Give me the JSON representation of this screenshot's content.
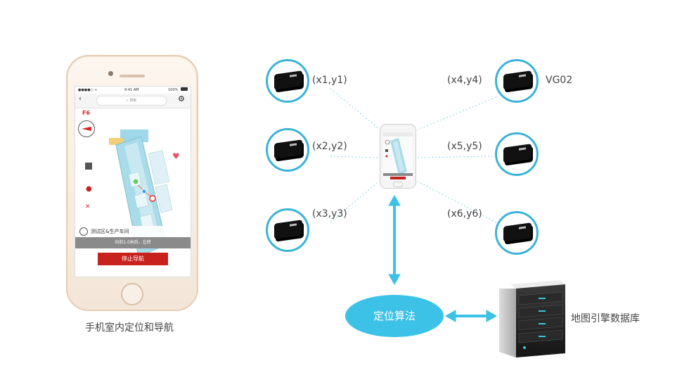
{
  "phone": {
    "status_time": "9:41 AM",
    "status_battery": "100%",
    "search_placeholder": "搜索",
    "floor": "F6",
    "location_name": "测试区&生产车间",
    "direction_text": "向前1.0米后，左转",
    "stop_button": "停止导航",
    "caption": "手机室内定位和导航"
  },
  "beacons": [
    {
      "label": "(x1,y1)"
    },
    {
      "label": "(x2,y2)"
    },
    {
      "label": "(x3,y3)"
    },
    {
      "label": "(x4,y4)"
    },
    {
      "label": "(x5,y5)"
    },
    {
      "label": "(x6,y6)"
    }
  ],
  "device_label": "VG02",
  "algorithm_label": "定位算法",
  "server_label": "地图引擎数据库",
  "colors": {
    "accent": "#3cc2e6",
    "beacon_ring": "#3bb3d8",
    "stop_button": "#c8221f",
    "floor_text": "#dd2222"
  }
}
